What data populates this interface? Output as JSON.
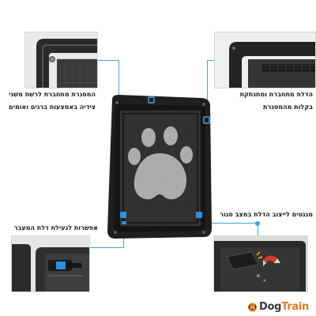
{
  "callouts": {
    "top_left": [
      "המסגרת מתחברת לרשת משני",
      "צידיה באמצעות ברגים ואומים"
    ],
    "top_right": [
      "הדלת מתחברת  ומתנתקת",
      "בקלות מהמסגרת"
    ],
    "bottom_left": "אפשרות לנעילת דלת המעבר",
    "bottom_right": "מגנטים לייצוב הדלת במצב סגור"
  },
  "brand": {
    "part1": "Dog",
    "part2": "Train",
    "accent_color": "#e07b2a",
    "text_color": "#3a3a3a"
  },
  "colors": {
    "leader": "#40a8d8",
    "frame": "#1f1f1f",
    "mesh": "#2c2c2c",
    "paw": "#a9a9a9"
  },
  "icons": {
    "door": "pet-door-paw-icon",
    "logo": "dog-head-icon"
  }
}
